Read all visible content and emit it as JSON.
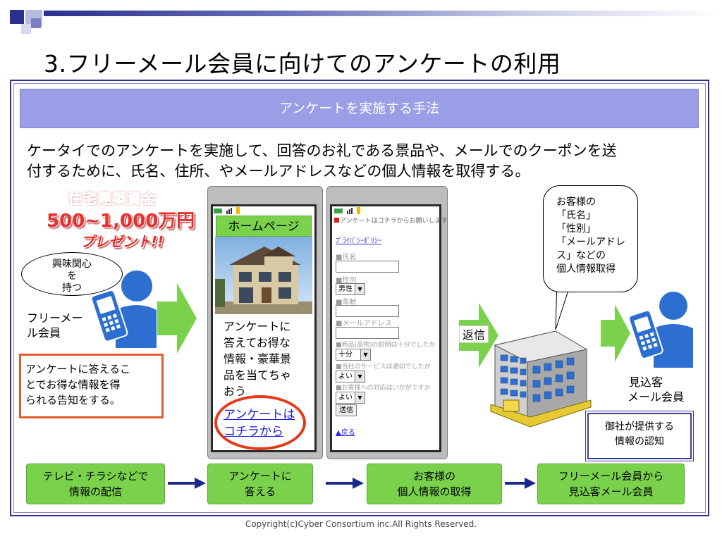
{
  "title": "3.フリーメール会員に向けてのアンケートの利用",
  "banner": "アンケートを実施する手法",
  "intro": {
    "line1": "ケータイでのアンケートを実施して、回答のお礼である景品や、メールでのクーポンを送",
    "line2": "付するために、氏名、住所、やメールアドレスなどの個人情報を取得する。"
  },
  "promo": {
    "line1": "住宅建築資金",
    "line2": "500~1,000万円",
    "line3": "プレゼント!!"
  },
  "interest_callout": {
    "line1": "興味関心",
    "line2": "を",
    "line3": "持つ"
  },
  "free_member_label": {
    "line1": "フリーメー",
    "line2": "ル会員"
  },
  "notice_box": {
    "line1": "アンケートに答えるこ",
    "line2": "とでお得な情報を得",
    "line3": "られる告知をする。"
  },
  "phone1": {
    "homepage_label": "ホームページ",
    "text": [
      "アンケートに",
      "答えてお得な",
      "情報・豪華景",
      "品を当てちゃ",
      "おう"
    ],
    "link": [
      "アンケートは",
      "コチラから"
    ]
  },
  "phone2": {
    "header": "アンケートはコチラからお願いします",
    "privacy_link": "ﾌﾟﾗｲﾊﾞｼｰﾎﾟﾘｼｰ",
    "name_label": "■氏名",
    "gender_label": "■性別",
    "gender_value": "男性",
    "age_label": "■年齢",
    "email_label": "■メールアドレス",
    "q1_label": "■商品(品物)の説明は十分でしたか",
    "q1_value": "十分",
    "q2_label": "■当社のサービスは適切でしたか",
    "q2_value": "よい",
    "q3_label": "■お客様への対応はいかがですか",
    "q3_value": "よい",
    "submit": "送信",
    "back_link": "▲戻る"
  },
  "reply_label": "返信",
  "speech_bubble": [
    "お客様の",
    "「氏名」",
    "「性別」",
    "「メールアドレ",
    "ス」などの",
    "個人情報取得"
  ],
  "prospect_label": {
    "line1": "見込客",
    "line2": "メール会員"
  },
  "knowledge_box": {
    "line1": "御社が提供する",
    "line2": "情報の認知"
  },
  "flow": [
    {
      "line1": "テレビ・チラシなどで",
      "line2": "情報の配信"
    },
    {
      "line1": "アンケートに",
      "line2": "答える"
    },
    {
      "line1": "お客様の",
      "line2": "個人情報の取得"
    },
    {
      "line1": "フリーメール会員から",
      "line2": "見込客メール会員"
    }
  ],
  "copyright": "Copyright(c)Cyber Consortium inc.All Rights Reserved.",
  "colors": {
    "navy": "#2b2f8f",
    "banner": "#9a9ee6",
    "green": "#7ad24c",
    "orange": "#e25a2a",
    "red": "#e33a1a",
    "person_blue": "#2c6fd0"
  }
}
